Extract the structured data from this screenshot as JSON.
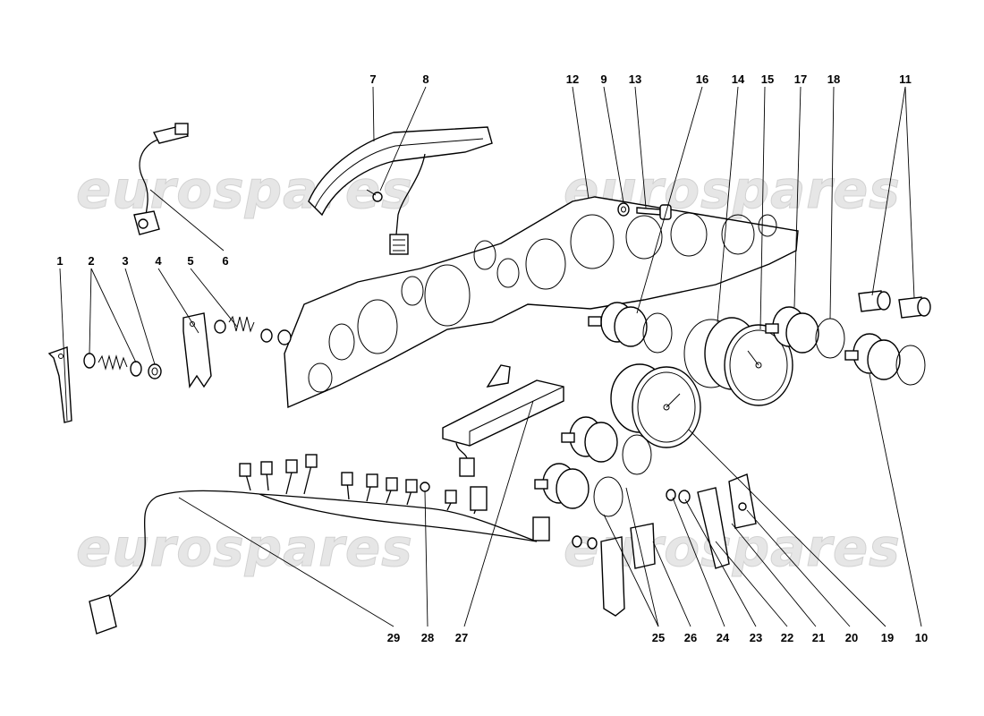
{
  "watermark": {
    "text": "eurospares"
  },
  "callouts": {
    "c1": "1",
    "c2": "2",
    "c3": "3",
    "c4": "4",
    "c5": "5",
    "c6": "6",
    "c7": "7",
    "c8": "8",
    "c9": "9",
    "c10": "10",
    "c11": "11",
    "c12": "12",
    "c13": "13",
    "c14": "14",
    "c15": "15",
    "c16": "16",
    "c17": "17",
    "c18": "18",
    "c19": "19",
    "c20": "20",
    "c21": "21",
    "c22": "22",
    "c23": "23",
    "c24": "24",
    "c25": "25",
    "c26": "26",
    "c27": "27",
    "c28": "28",
    "c29": "29"
  },
  "colors": {
    "line": "#000000",
    "background": "#ffffff",
    "watermark": "#e6e6e6"
  }
}
